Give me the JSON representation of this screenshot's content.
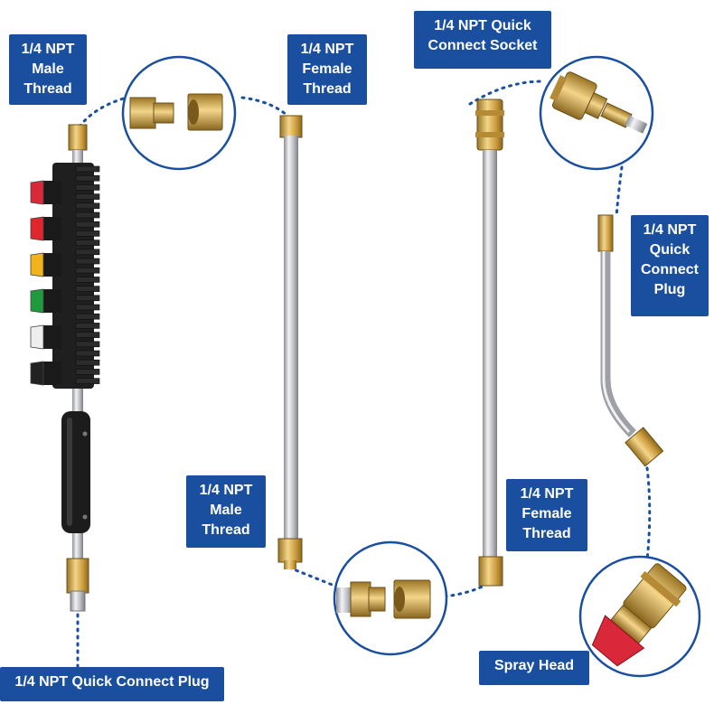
{
  "labels": {
    "wand_male_thread": "1/4 NPT\nMale\nThread",
    "rod1_female_thread": "1/4 NPT\nFemale\nThread",
    "qc_socket": "1/4 NPT Quick\nConnect Socket",
    "qc_plug_right": "1/4 NPT\nQuick\nConnect\nPlug",
    "rod1_male_thread": "1/4 NPT\nMale\nThread",
    "rod2_female_thread": "1/4 NPT\nFemale\nThread",
    "spray_head": "Spray Head",
    "qc_plug_bottom": "1/4 NPT Quick Connect Plug"
  },
  "colors": {
    "label_bg": "#1a4fa0",
    "brass": "#d4a84a",
    "steel": "#c9cbd0",
    "handle": "#1c1c1c",
    "dotted_line": "#1a4fa0"
  },
  "nozzle_tips": [
    "red",
    "red",
    "yellow",
    "green",
    "white",
    "black"
  ],
  "nozzle_colors": [
    "#d8283a",
    "#e0262c",
    "#f2b21c",
    "#1f9a3c",
    "#eeeeee",
    "#222222"
  ]
}
